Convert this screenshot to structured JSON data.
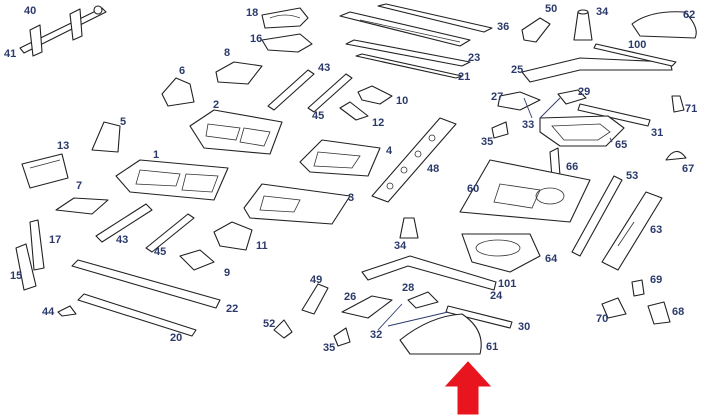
{
  "diagram": {
    "accent_color": "#2b3a6b",
    "arrow_color": "#e8141e",
    "arrow_icon": "red-up-arrow-icon",
    "callouts": [
      "40",
      "41",
      "18",
      "16",
      "36",
      "23",
      "21",
      "50",
      "34",
      "62",
      "100",
      "8",
      "6",
      "43",
      "45",
      "10",
      "12",
      "25",
      "27",
      "29",
      "33",
      "71",
      "31",
      "35",
      "65",
      "66",
      "67",
      "2",
      "5",
      "1",
      "13",
      "4",
      "48",
      "60",
      "7",
      "3",
      "53",
      "43",
      "45",
      "11",
      "17",
      "9",
      "15",
      "34",
      "64",
      "63",
      "101",
      "49",
      "26",
      "28",
      "24",
      "69",
      "44",
      "22",
      "52",
      "32",
      "30",
      "70",
      "68",
      "35",
      "20",
      "61"
    ]
  }
}
